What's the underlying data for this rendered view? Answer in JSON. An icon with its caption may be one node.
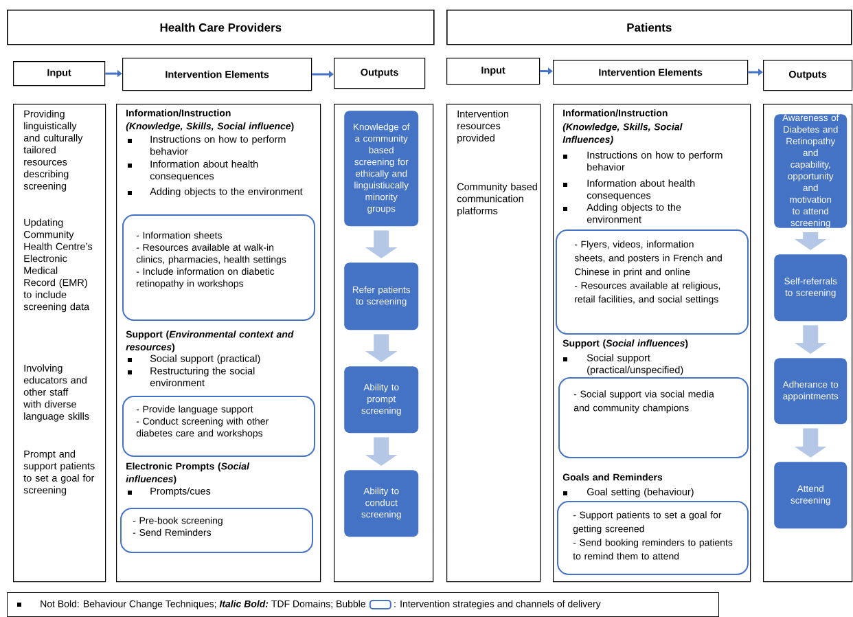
{
  "diagram": {
    "nodes": [
      {
        "text": [
          "Health Care Providers"
        ]
      },
      {
        "text": [
          "Patients"
        ]
      },
      {
        "text": [
          "Input"
        ]
      },
      {
        "text": [
          "Intervention Elements"
        ]
      },
      {
        "text": [
          "Outputs"
        ]
      },
      {
        "text": [
          "Input"
        ]
      },
      {
        "text": [
          "Intervention Elements"
        ]
      },
      {
        "text": [
          "Outputs"
        ]
      },
      {
        "text": [
          "Providing linguistically and culturally tailored resources describing screening",
          "Updating Community Health Centre’s Electronic Medical Record (EMR) to include screening data",
          "Involving educators and other staff with diverse language skills",
          "Prompt and support patients to set a goal for screening"
        ]
      },
      {
        "text": [
          "Information/Instruction",
          "*(Knowledge, Skills, Social influence*)",
          "Instructions on how to perform behavior",
          "Information about health consequences",
          "Adding objects to the environment",
          "Support (*Environmental context and resources*)",
          "Social support (practical)",
          "Restructuring the social environment",
          "Electronic Prompts (*Social influences*)",
          "Prompts/cues"
        ]
      },
      {
        "text": [
          "- Information sheets",
          "- Resources available at walk-in clinics, pharmacies, health settings",
          "- Include information on diabetic retinopathy in workshops"
        ],
        "in": 9
      },
      {
        "text": [
          "- Provide language support",
          "- Conduct screening with other diabetes care and workshops"
        ],
        "in": 9
      },
      {
        "text": [
          "- Pre-book screening",
          "- Send Reminders"
        ],
        "in": 9
      },
      {
        "text": [],
        "shape": "box"
      },
      {
        "text": [
          "Knowledge of a community based screening for ethically and linguistiucally minority groups"
        ],
        "in": 13
      },
      {
        "text": [
          "Refer patients to screening"
        ],
        "in": 13
      },
      {
        "text": [
          "Ability to prompt screening"
        ],
        "in": 13
      },
      {
        "text": [
          "Ability to conduct screening"
        ],
        "in": 13
      },
      {
        "text": [
          "Intervention resources provided",
          "Community based communication platforms"
        ]
      },
      {
        "text": [
          "Information/Instruction",
          "(Knowledge, Skills, Social Influences)",
          "Instructions on how to perform behavior",
          "Information about health consequences",
          "Adding objects to the environment",
          "Support (*Social influences*)",
          "Social support (practical/unspecified)",
          "Goals and Reminders",
          "Goal setting (behaviour)"
        ]
      },
      {
        "text": [
          "- Flyers, videos, information sheets, and posters in French and Chinese in print and online",
          "- Resources available at religious, retail facilities, and social settings"
        ],
        "in": 19
      },
      {
        "text": [
          "- Social support via social media and community champions"
        ],
        "in": 19
      },
      {
        "text": [
          "- Support patients to set a goal for getting screened",
          "- Send booking reminders to patients to remind them to attend"
        ],
        "in": 19
      },
      {
        "text": [],
        "shape": "box"
      },
      {
        "text": [
          "Awareness of Diabetes and Retinopathy and capability, opportunity and motivation to attend screening"
        ],
        "in": 23
      },
      {
        "text": [
          "Self-referrals to screening"
        ],
        "in": 23
      },
      {
        "text": [
          "Adherance to appointments"
        ],
        "in": 23
      },
      {
        "text": [
          "Attend screening"
        ],
        "in": 23
      },
      {
        "text": [
          "Not Bold: Behaviour Change Techniques;",
          "Italic Bold:",
          "TDF Domains; Bubble"
        ]
      }
    ],
    "edges": [
      {
        "from": 2,
        "to": 3,
        "arrow": "to",
        "color": "#4472c4"
      },
      {
        "from": 3,
        "to": 4,
        "arrow": "to",
        "color": "#4472c4"
      },
      {
        "from": 5,
        "to": 6,
        "arrow": "to",
        "color": "#4472c4"
      },
      {
        "from": 6,
        "to": 7,
        "arrow": "to",
        "color": "#4472c4"
      },
      {
        "from": 14,
        "to": 15,
        "arrow": "to"
      },
      {
        "from": 15,
        "to": 16,
        "arrow": "to"
      },
      {
        "from": 16,
        "to": 17,
        "arrow": "to"
      },
      {
        "from": 24,
        "to": 25,
        "arrow": "to"
      },
      {
        "from": 25,
        "to": 26,
        "arrow": "to"
      },
      {
        "from": 26,
        "to": 27,
        "arrow": "to"
      }
    ],
    "legend": [
      {
        "text": ": Intervention strategies and channels of delivery"
      }
    ]
  }
}
